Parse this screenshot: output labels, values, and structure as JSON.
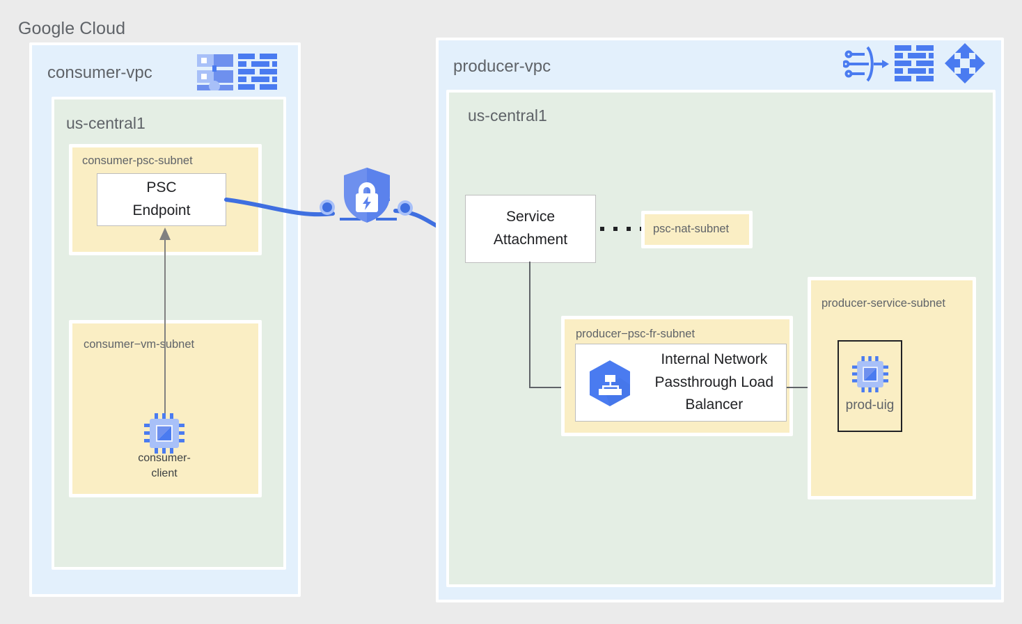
{
  "diagram": {
    "title": "Google Cloud",
    "type": "architecture-diagram"
  },
  "consumer_vpc": {
    "name": "consumer-vpc",
    "icons": [
      "vpc-network-icon",
      "subnet-icon"
    ],
    "region": {
      "name": "us-central1",
      "subnets": [
        {
          "name": "consumer-psc-subnet",
          "nodes": [
            {
              "name": "PSC Endpoint",
              "line1": "PSC",
              "line2": "Endpoint",
              "type": "psc-endpoint"
            }
          ]
        },
        {
          "name": "consumer−vm-subnet",
          "nodes": [
            {
              "name": "consumer-client",
              "line1": "consumer-",
              "line2": "client",
              "type": "vm-instance"
            }
          ]
        }
      ]
    }
  },
  "producer_vpc": {
    "name": "producer-vpc",
    "icons": [
      "service-attachment-icon",
      "subnet-icon",
      "load-balancer-icon"
    ],
    "region": {
      "name": "us-central1",
      "nodes": [
        {
          "name": "Service Attachment",
          "line1": "Service",
          "line2": "Attachment",
          "type": "service-attachment"
        }
      ],
      "subnets": [
        {
          "name": "psc-nat-subnet",
          "nodes": []
        },
        {
          "name": "producer−psc-fr-subnet",
          "nodes": [
            {
              "name": "Internal Network Passthrough Load Balancer",
              "line1": "Internal Network",
              "line2": "Passthrough Load",
              "line3": "Balancer",
              "type": "internal-load-balancer"
            }
          ]
        },
        {
          "name": "producer-service-subnet",
          "nodes": [
            {
              "name": "prod-uig",
              "label": "prod-uig",
              "type": "vm-instance-group"
            }
          ]
        }
      ]
    }
  },
  "connections": [
    {
      "from": "PSC Endpoint",
      "to": "Service Attachment",
      "style": "curved-arrow",
      "icon": "private-service-connect-shield-icon",
      "color": "#3f6fe0"
    },
    {
      "from": "consumer-client",
      "to": "PSC Endpoint",
      "style": "arrow",
      "color": "#808080"
    },
    {
      "from": "Service Attachment",
      "to": "psc-nat-subnet",
      "style": "dotted",
      "color": "#202124"
    },
    {
      "from": "Service Attachment",
      "to": "Internal Network Passthrough Load Balancer",
      "style": "elbow",
      "color": "#5f6368"
    },
    {
      "from": "Internal Network Passthrough Load Balancer",
      "to": "prod-uig",
      "style": "line",
      "color": "#5f6368"
    }
  ],
  "colors": {
    "background": "#ebebeb",
    "vpc_fill": "#e3f0fc",
    "region_fill": "#e4eee4",
    "subnet_fill": "#faeec4",
    "accent_blue": "#4a7bf0",
    "node_fill": "#ffffff",
    "text_gray": "#5f6368"
  }
}
